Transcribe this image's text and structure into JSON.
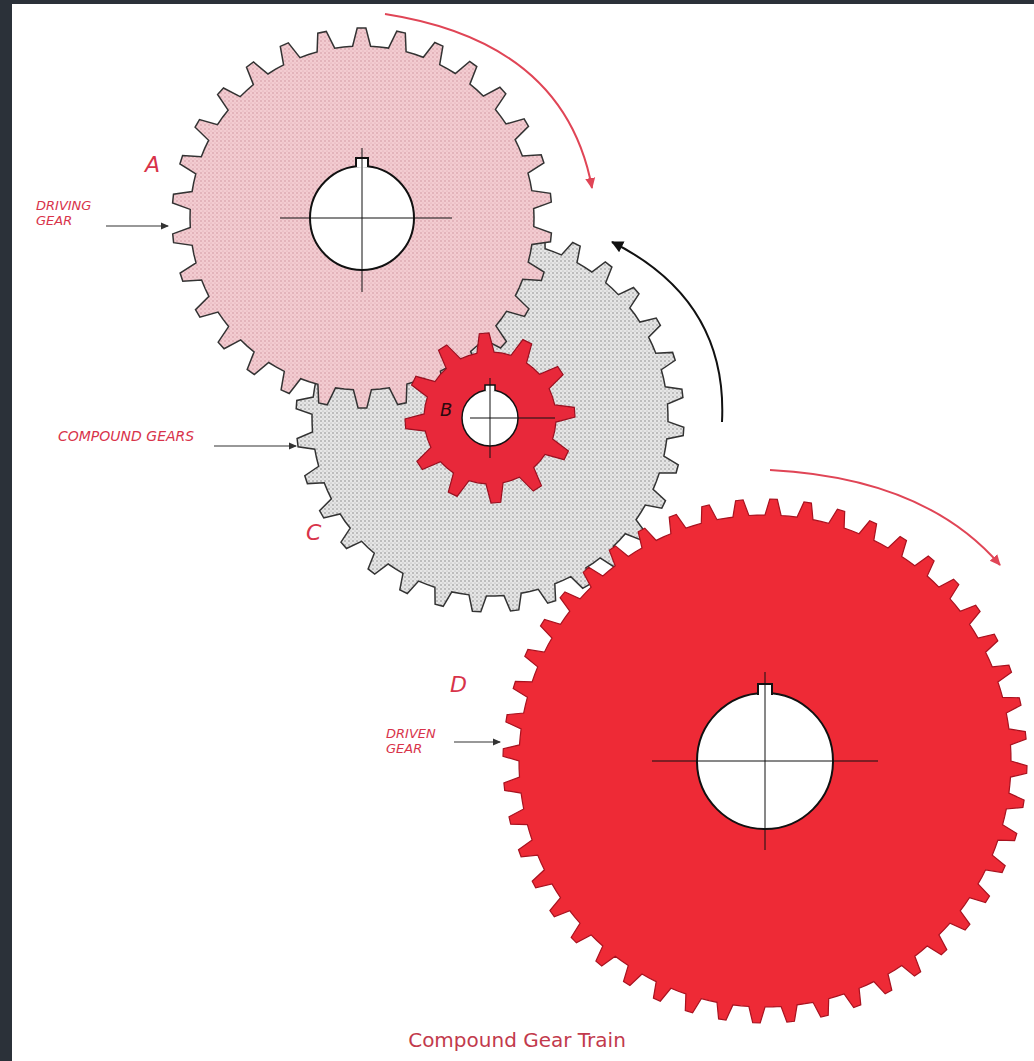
{
  "diagram": {
    "caption": "Compound Gear Train",
    "labels": [
      "A",
      "DRIVING GEAR",
      "COMPOUND GEARS",
      "B",
      "C",
      "D",
      "DRIVEN GEAR"
    ]
  }
}
